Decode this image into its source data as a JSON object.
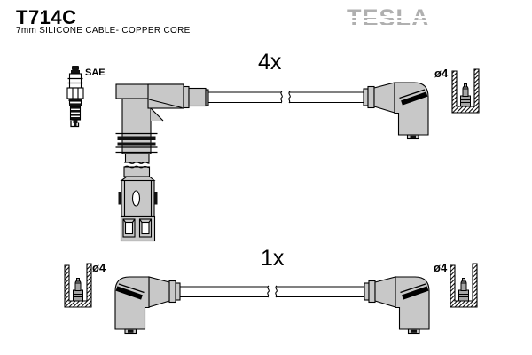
{
  "header": {
    "part_number": "T714C",
    "cable_spec": "7mm SILICONE CABLE- COPPER CORE",
    "brand_logo": "TESLA"
  },
  "diagram": {
    "spark_plug_label": "SAE",
    "top_row": {
      "quantity_label": "4x",
      "terminal_diameter_label": "ø4"
    },
    "bottom_row": {
      "quantity_label": "1x",
      "left_terminal_diameter_label": "ø4",
      "right_terminal_diameter_label": "ø4"
    }
  },
  "colors": {
    "part_fill": "#c8c8c8",
    "terminal_fill": "#a6a6a6",
    "outline": "#000000",
    "brand_grey": "#b0b0b0",
    "detail_black": "#111111"
  }
}
